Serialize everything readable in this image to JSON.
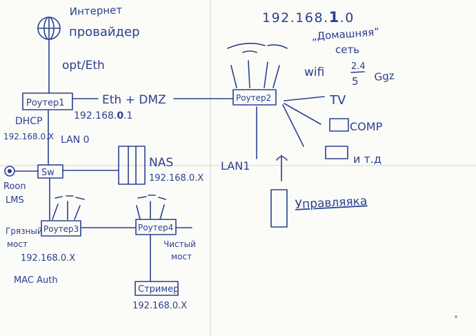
{
  "internet": {
    "label_line1": "Интернет",
    "label_line2": "провайдер",
    "link_label": "opt/Eth"
  },
  "subnet_title": {
    "prefix": "192.168.",
    "highlight": "1",
    "suffix": ".0"
  },
  "home_network": {
    "line1": "„Домашняя”",
    "line2": "сеть",
    "wifi": "wifi",
    "freq_top": "2.4",
    "freq_bottom": "5",
    "unit": "Ggz"
  },
  "router1": {
    "label": "Роутер1",
    "ip_prefix": "192.168.",
    "ip_highlight": "0",
    "ip_suffix": ".1",
    "dhcp": "DHCP",
    "dhcp_range": "192.168.0.X",
    "lan": "LAN 0"
  },
  "dmz_link": {
    "label": "Eth + DMZ"
  },
  "router2": {
    "label": "Роутер2"
  },
  "tv": {
    "label": "TV"
  },
  "comp": {
    "label": "COMP"
  },
  "etc": {
    "label": "и т.д"
  },
  "lan1": {
    "label": "LAN1"
  },
  "managed": {
    "label": "Управляяка"
  },
  "switch": {
    "label": "Sw"
  },
  "nas": {
    "label": "NAS",
    "ip": "192.168.0.X"
  },
  "roon": {
    "line1": "Roon",
    "line2": "LMS"
  },
  "router3": {
    "label": "Роутер3",
    "note_line1": "Грязный",
    "note_line2": "мост",
    "ip": "192.168.0.X",
    "auth": "MAC Auth"
  },
  "router4": {
    "label": "Роутер4",
    "note_line1": "Чистый",
    "note_line2": "мост"
  },
  "streamer": {
    "label": "Стример",
    "ip": "192.168.0.X"
  }
}
